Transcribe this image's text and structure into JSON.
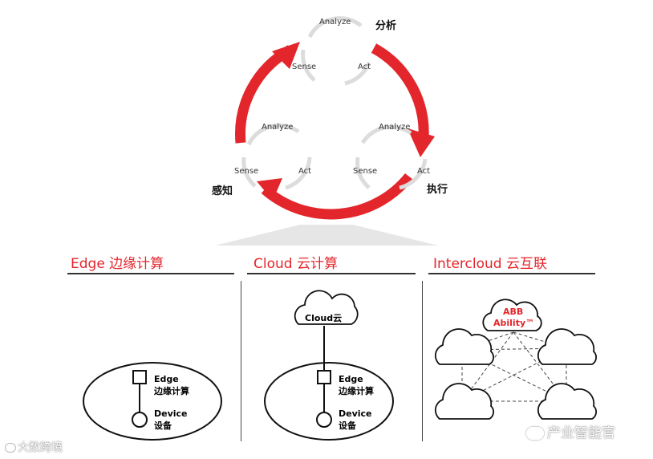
{
  "cycle": {
    "center_label": {
      "analyze": "Analyze",
      "sense": "Sense",
      "act": "Act"
    },
    "left_label": {
      "analyze": "Analyze",
      "sense": "Sense",
      "act": "Act"
    },
    "right_label": {
      "analyze": "Analyze",
      "sense": "Sense",
      "act": "Act"
    },
    "stage_fenxi": "分析",
    "stage_zhixing": "执行",
    "stage_ganzhi": "感知",
    "accent_color": "#e3262b"
  },
  "sections": {
    "edge_title": "Edge 边缘计算",
    "cloud_title": "Cloud 云计算",
    "intercloud_title": "Intercloud 云互联"
  },
  "edge": {
    "edge_label": "Edge",
    "edge_cn": "边缘计算",
    "device_label": "Device",
    "device_cn": "设备"
  },
  "cloud": {
    "cloud_label": "Cloud云",
    "edge_label": "Edge",
    "edge_cn": "边缘计算",
    "device_label": "Device",
    "device_cn": "设备"
  },
  "intercloud": {
    "abb": "ABB",
    "ability": "Ability™"
  },
  "watermarks": {
    "left": "大数跨境",
    "right": "产业智能官"
  }
}
